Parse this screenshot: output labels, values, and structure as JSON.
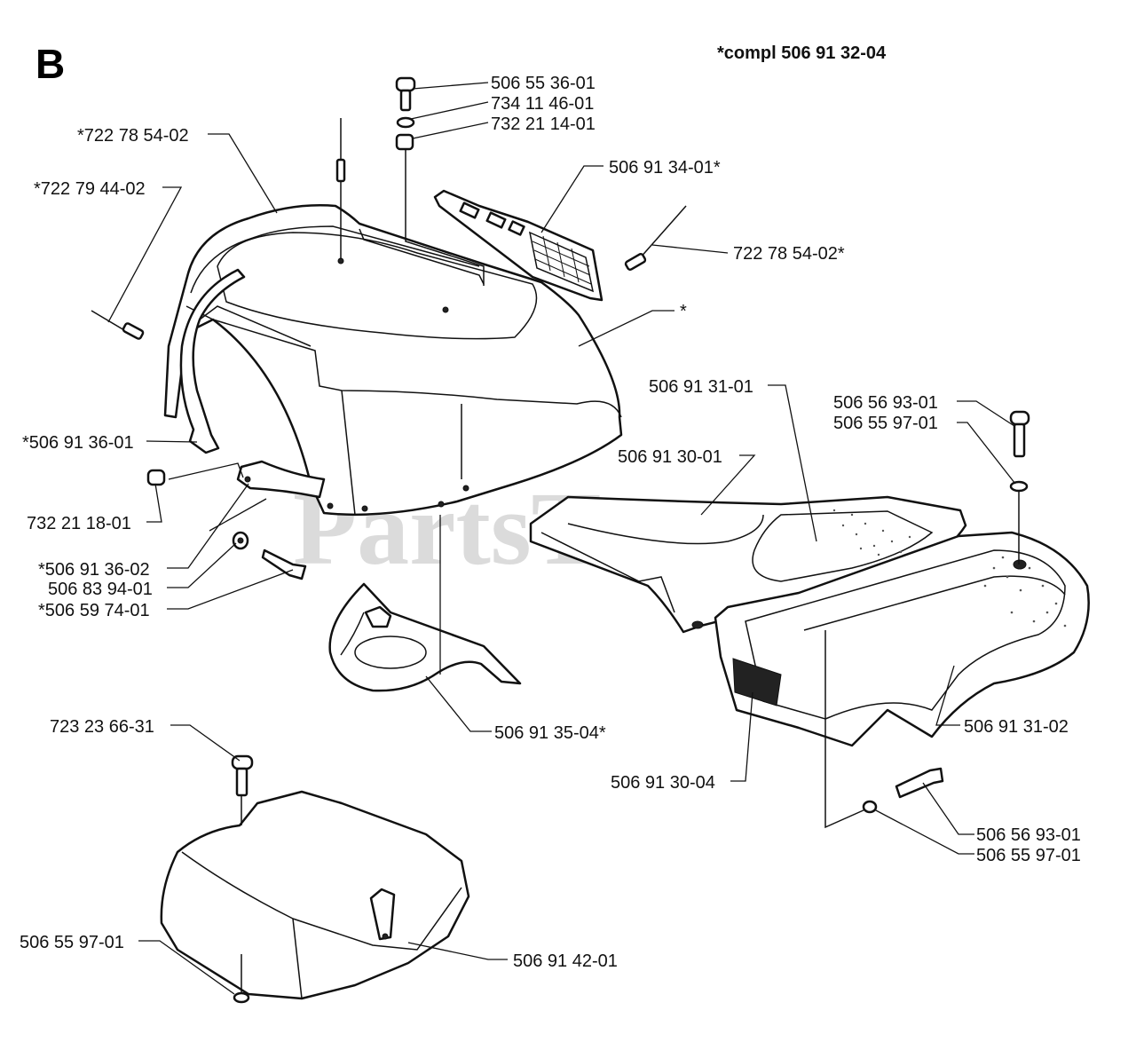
{
  "section_letter": "B",
  "compl_note": "*compl 506 91 32-04",
  "watermark": "PartsTree",
  "labels": {
    "l_506553601": "506 55 36-01",
    "l_734114601": "734 11 46-01",
    "l_732211401": "732 21 14-01",
    "l_722785402_left": "*722 78 54-02",
    "l_722794402": "*722 79 44-02",
    "l_506913401": "506 91 34-01*",
    "l_722785402_right": "722 78 54-02*",
    "l_star": "*",
    "l_506913601": "*506 91 36-01",
    "l_732211801": "732 21 18-01",
    "l_506913602": "*506 91 36-02",
    "l_506839401": "506 83 94-01",
    "l_506597401": "*506 59 74-01",
    "l_506913101": "506 91 31-01",
    "l_506913001": "506 91 30-01",
    "l_506569301_top": "506 56 93-01",
    "l_506559701_top": "506 55 97-01",
    "l_506913504": "506 91 35-04*",
    "l_506913102": "506 91 31-02",
    "l_506913004": "506 91 30-04",
    "l_506569301_bottom": "506 56 93-01",
    "l_506559701_bottom": "506 55 97-01",
    "l_723236631": "723 23 66-31",
    "l_506559701_left": "506 55 97-01",
    "l_506914201": "506 91 42-01"
  }
}
